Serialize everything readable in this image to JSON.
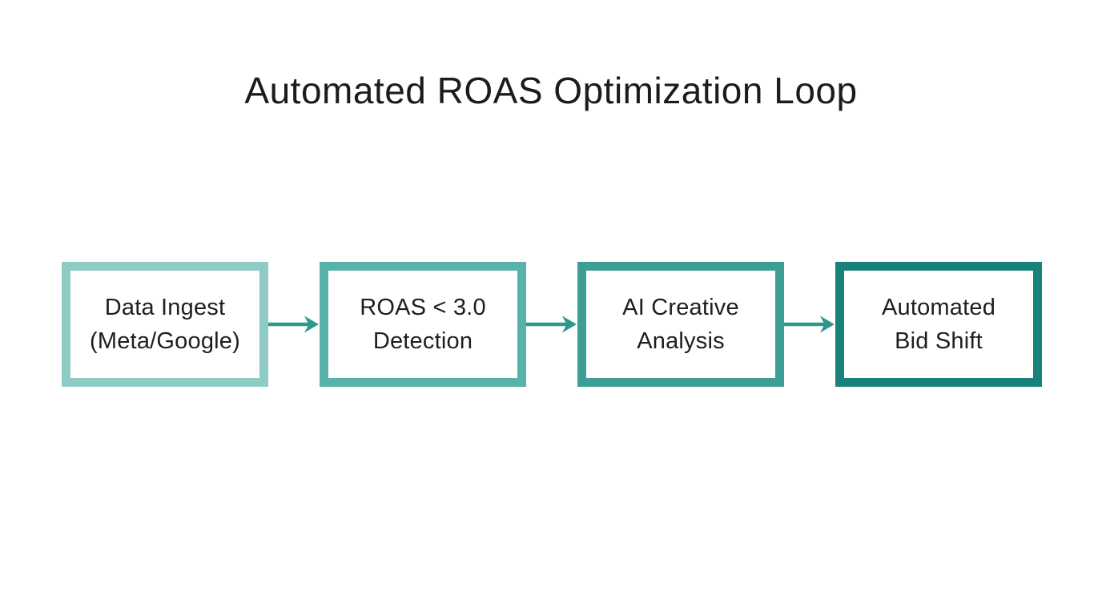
{
  "title": "Automated ROAS Optimization Loop",
  "flow": {
    "arrow_color": "#2e978e",
    "steps": [
      {
        "line1": "Data Ingest",
        "line2": "(Meta/Google)",
        "border_color": "#8dcbc4"
      },
      {
        "line1": "ROAS < 3.0",
        "line2": "Detection",
        "border_color": "#58b2a9"
      },
      {
        "line1": "AI Creative",
        "line2": "Analysis",
        "border_color": "#3d9e95"
      },
      {
        "line1": "Automated",
        "line2": "Bid Shift",
        "border_color": "#18827a"
      }
    ]
  },
  "colors": {
    "background": "#ffffff",
    "text": "#1e1e1e",
    "title_text": "#1c1c1c"
  }
}
